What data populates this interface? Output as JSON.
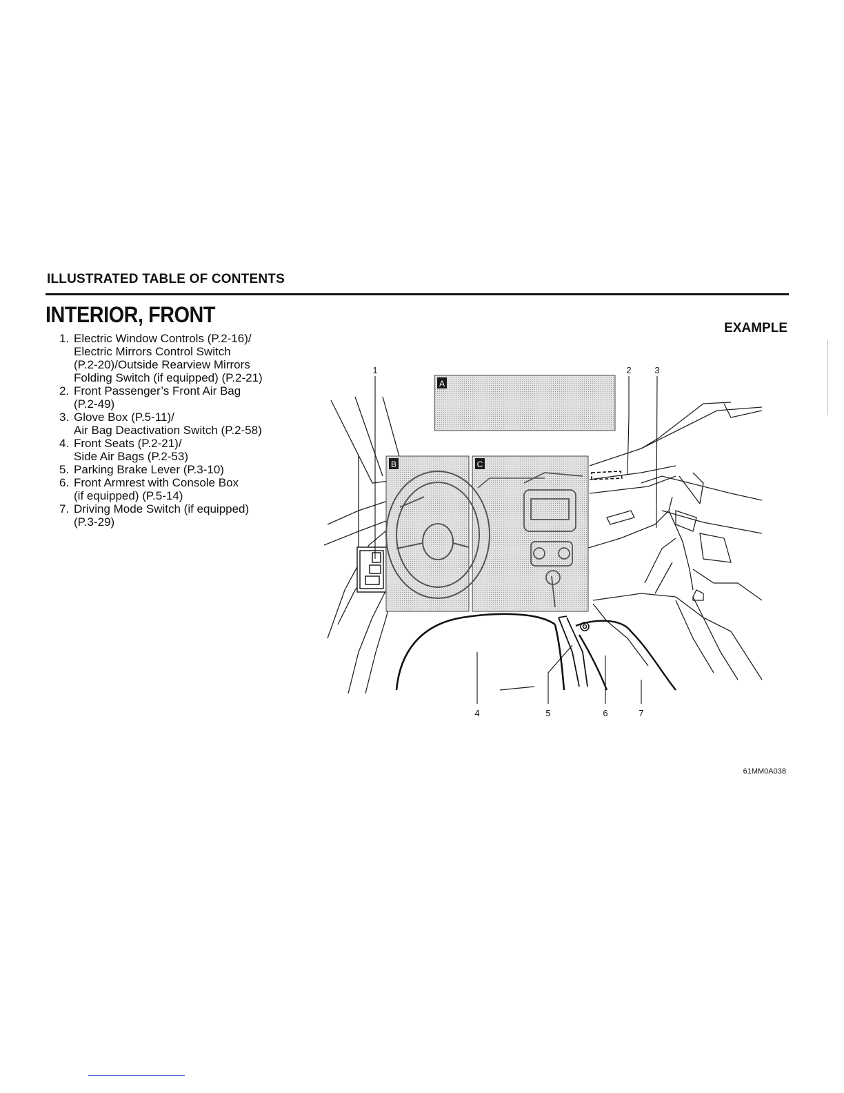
{
  "header": {
    "section": "ILLUSTRATED TABLE OF CONTENTS",
    "title": "INTERIOR, FRONT",
    "example": "EXAMPLE"
  },
  "items": [
    {
      "num": "1.",
      "lines": [
        "Electric Window Controls (P.2-16)/",
        "Electric Mirrors Control Switch",
        "(P.2-20)/Outside Rearview Mirrors",
        "Folding Switch (if equipped) (P.2-21)"
      ]
    },
    {
      "num": "2.",
      "lines": [
        "Front Passenger’s Front Air Bag",
        "(P.2-49)"
      ]
    },
    {
      "num": "3.",
      "lines": [
        "Glove Box (P.5-11)/",
        "Air Bag Deactivation Switch (P.2-58)"
      ]
    },
    {
      "num": "4.",
      "lines": [
        "Front Seats (P.2-21)/",
        "Side Air Bags (P.2-53)"
      ]
    },
    {
      "num": "5.",
      "lines": [
        "Parking Brake Lever (P.3-10)"
      ]
    },
    {
      "num": "6.",
      "lines": [
        "Front Armrest with Console Box",
        "(if equipped) (P.5-14)"
      ]
    },
    {
      "num": "7.",
      "lines": [
        "Driving Mode Switch (if equipped)",
        "(P.3-29)"
      ]
    }
  ],
  "diagram": {
    "panels": [
      "A",
      "B",
      "C"
    ],
    "callouts": [
      "1",
      "2",
      "3",
      "4",
      "5",
      "6",
      "7"
    ],
    "figure_code": "61MM0A038"
  }
}
